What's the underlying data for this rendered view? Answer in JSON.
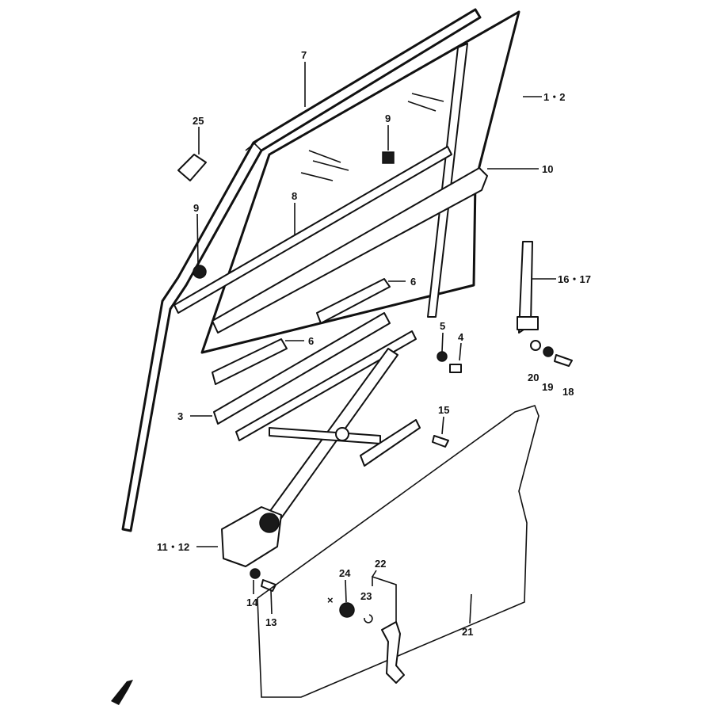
{
  "diagram": {
    "title": "Front door glass and window regulator parts",
    "callouts": [
      {
        "id": "c7",
        "text": "7"
      },
      {
        "id": "c12",
        "text": "1・2"
      },
      {
        "id": "c25",
        "text": "25"
      },
      {
        "id": "c9a",
        "text": "9"
      },
      {
        "id": "c10",
        "text": "10"
      },
      {
        "id": "c9b",
        "text": "9"
      },
      {
        "id": "c8",
        "text": "8"
      },
      {
        "id": "c6a",
        "text": "6"
      },
      {
        "id": "c1617",
        "text": "16・17"
      },
      {
        "id": "c5",
        "text": "5"
      },
      {
        "id": "c4",
        "text": "4"
      },
      {
        "id": "c6b",
        "text": "6"
      },
      {
        "id": "c20",
        "text": "20"
      },
      {
        "id": "c19",
        "text": "19"
      },
      {
        "id": "c18",
        "text": "18"
      },
      {
        "id": "c3",
        "text": "3"
      },
      {
        "id": "c15",
        "text": "15"
      },
      {
        "id": "c1112",
        "text": "11・12"
      },
      {
        "id": "c24",
        "text": "24"
      },
      {
        "id": "cx",
        "text": "×"
      },
      {
        "id": "c22",
        "text": "22"
      },
      {
        "id": "c23",
        "text": "23"
      },
      {
        "id": "c14",
        "text": "14"
      },
      {
        "id": "c13",
        "text": "13"
      },
      {
        "id": "c21",
        "text": "21"
      }
    ],
    "front_marker": "front-direction-icon"
  }
}
